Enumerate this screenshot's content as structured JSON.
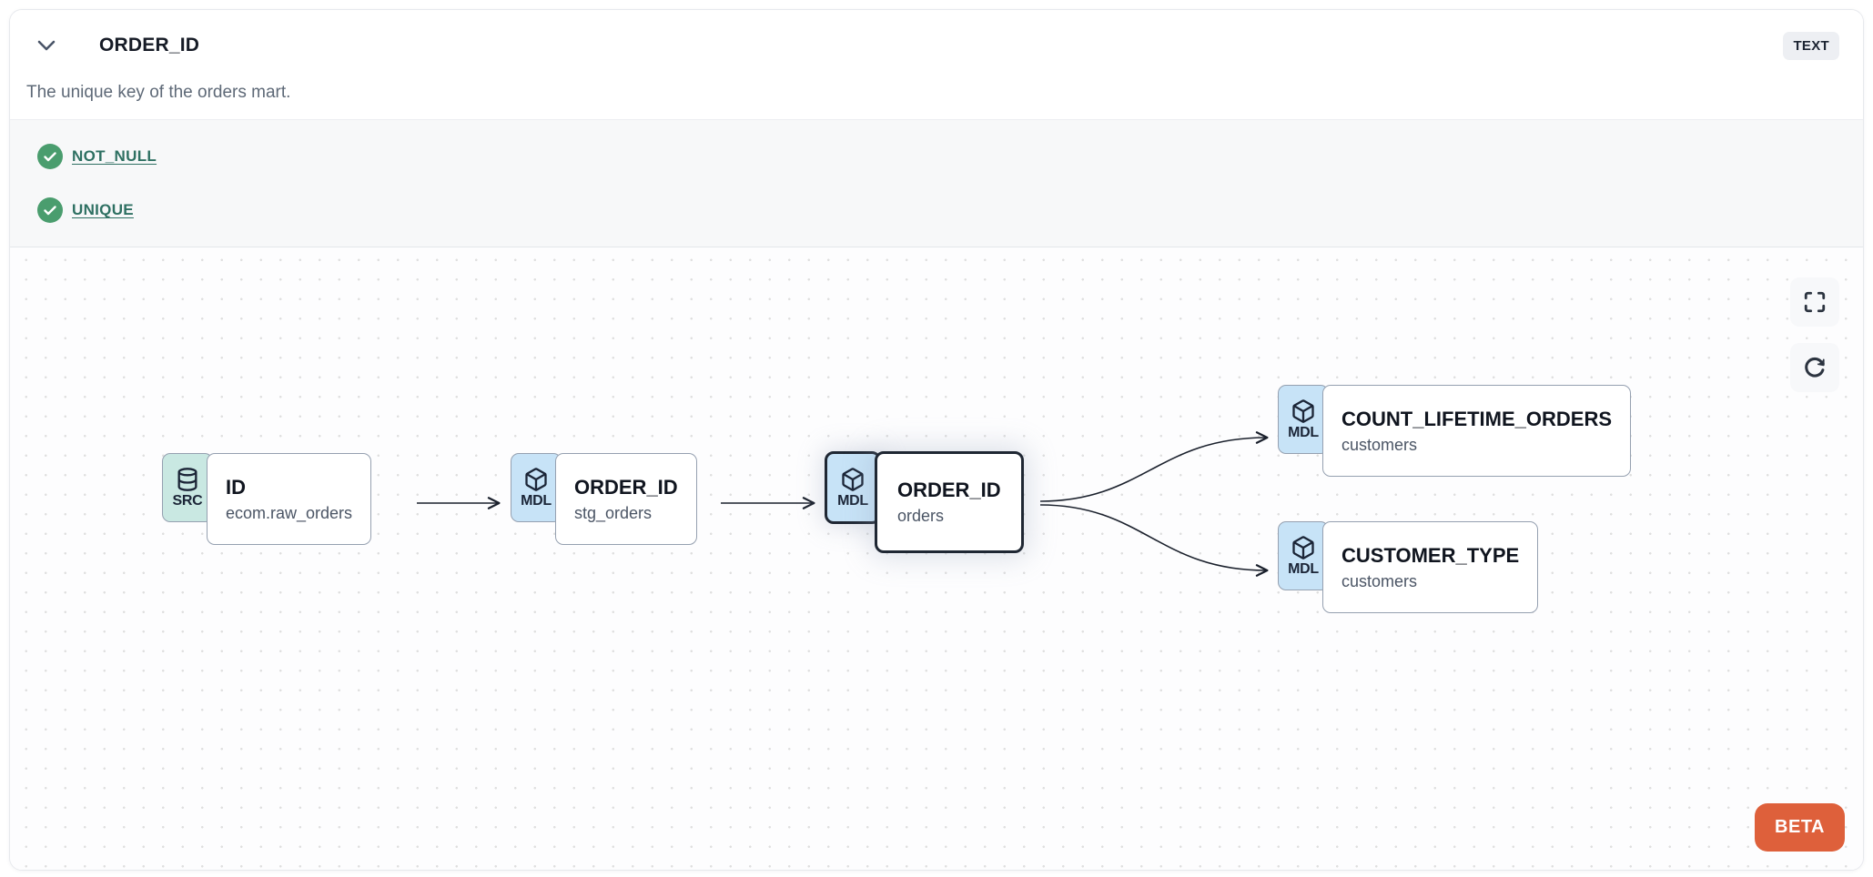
{
  "header": {
    "title": "ORDER_ID",
    "description": "The unique key of the orders mart.",
    "type_badge": "TEXT"
  },
  "tests": {
    "items": [
      {
        "label": "NOT_NULL",
        "status": "pass"
      },
      {
        "label": "UNIQUE",
        "status": "pass"
      }
    ]
  },
  "lineage": {
    "nodes": [
      {
        "id": "src",
        "badge": "SRC",
        "icon": "database-icon",
        "title": "ID",
        "subtitle": "ecom.raw_orders",
        "highlighted": false
      },
      {
        "id": "stg",
        "badge": "MDL",
        "icon": "cube-icon",
        "title": "ORDER_ID",
        "subtitle": "stg_orders",
        "highlighted": false
      },
      {
        "id": "orders",
        "badge": "MDL",
        "icon": "cube-icon",
        "title": "ORDER_ID",
        "subtitle": "orders",
        "highlighted": true
      },
      {
        "id": "count",
        "badge": "MDL",
        "icon": "cube-icon",
        "title": "COUNT_LIFETIME_ORDERS",
        "subtitle": "customers",
        "highlighted": false
      },
      {
        "id": "ctype",
        "badge": "MDL",
        "icon": "cube-icon",
        "title": "CUSTOMER_TYPE",
        "subtitle": "customers",
        "highlighted": false
      }
    ],
    "edges": [
      {
        "from": "src",
        "to": "stg"
      },
      {
        "from": "stg",
        "to": "orders"
      },
      {
        "from": "orders",
        "to": "count"
      },
      {
        "from": "orders",
        "to": "ctype"
      }
    ],
    "controls": [
      {
        "icon": "fullscreen-icon"
      },
      {
        "icon": "refresh-icon"
      }
    ],
    "beta_label": "BETA"
  },
  "colors": {
    "accent_orange": "#de603b",
    "test_green": "#4a9d6e",
    "link_teal": "#2e7062",
    "src_badge_bg": "#c9e8e2",
    "mdl_badge_bg": "#c7e3f7",
    "node_border": "#95a0b0",
    "highlight_border": "#1f2733"
  }
}
